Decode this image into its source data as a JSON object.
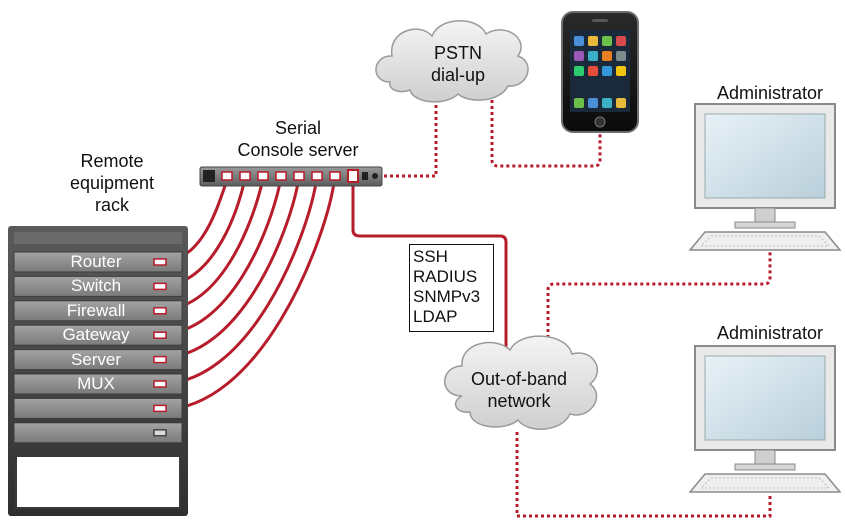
{
  "labels": {
    "remote_rack": [
      "Remote",
      "equipment",
      "rack"
    ],
    "serial_console": [
      "Serial",
      "Console server"
    ],
    "pstn": [
      "PSTN",
      "dial-up"
    ],
    "oob": [
      "Out-of-band",
      "network"
    ],
    "admin_top": "Administrator",
    "admin_bottom": "Administrator"
  },
  "rack_units": [
    "Router",
    "Switch",
    "Firewall",
    "Gateway",
    "Server",
    "MUX",
    "",
    ""
  ],
  "protocols": [
    "SSH",
    "RADIUS",
    "SNMPv3",
    "LDAP"
  ],
  "colors": {
    "cable": "#b71c2b",
    "rack_dark": "#4a4a4a",
    "rack_unit": "#8c8c8c",
    "cloud": "#e6e6e6",
    "monitor_screen": "#cfe0ea"
  },
  "icons": [
    "rack-icon",
    "console-server-icon",
    "cloud-icon",
    "smartphone-icon",
    "computer-icon"
  ]
}
